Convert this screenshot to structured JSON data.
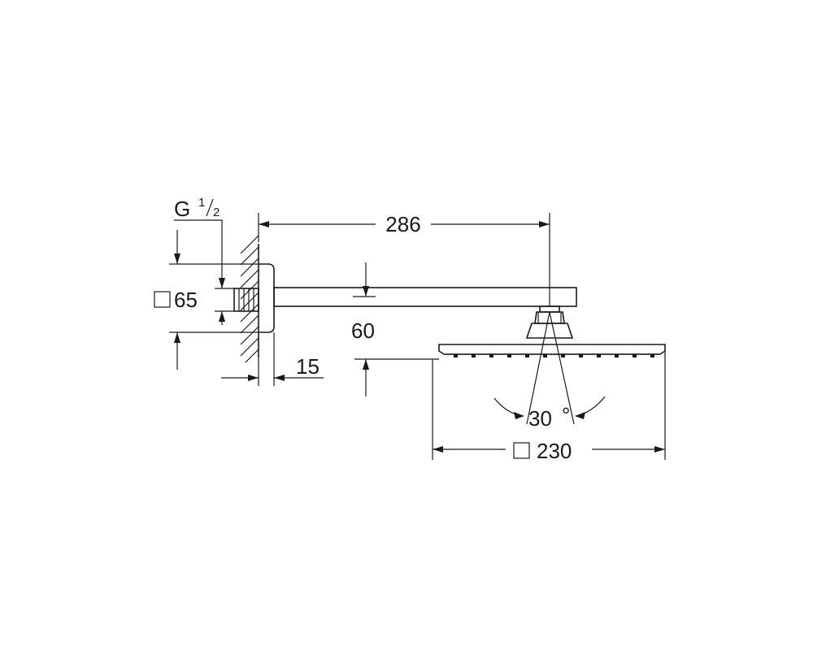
{
  "dimensions": {
    "thread": {
      "prefix": "G",
      "num": "1",
      "den": "2"
    },
    "flange_square": "65",
    "arm_length": "286",
    "arm_drop": "60",
    "flange_depth": "15",
    "tilt_angle": "30",
    "degree_sign": "°",
    "head_square": "230"
  },
  "colors": {
    "line": "#1a1a1a",
    "background": "#ffffff"
  }
}
